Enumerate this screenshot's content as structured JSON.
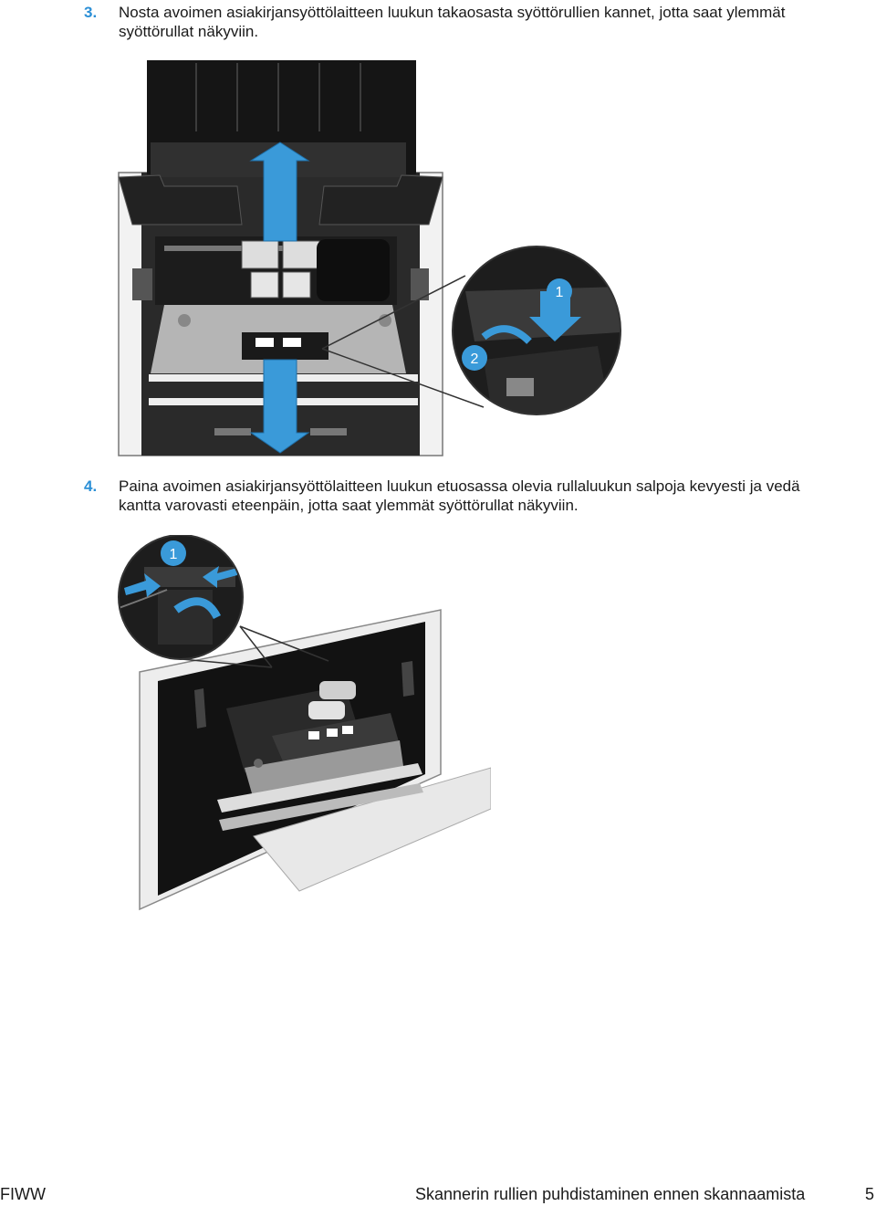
{
  "steps": [
    {
      "number": "3.",
      "text": "Nosta avoimen asiakirjansyöttölaitteen luukun takaosasta syöttörullien kannet, jotta saat ylemmät syöttörullat näkyviin."
    },
    {
      "number": "4.",
      "text": "Paina avoimen asiakirjansyöttölaitteen luukun etuosassa olevia rullaluukun salpoja kevyesti ja vedä kantta varovasti eteenpäin, jotta saat ylemmät syöttörullat näkyviin."
    }
  ],
  "figure1": {
    "callout_1": "1",
    "callout_2": "2"
  },
  "figure2": {
    "callout_1": "1"
  },
  "footer": {
    "left": "FIWW",
    "title": "Skannerin rullien puhdistaminen ennen skannaamista",
    "page": "5"
  },
  "colors": {
    "accent": "#2b8fd6",
    "arrow": "#3a9ad9"
  }
}
